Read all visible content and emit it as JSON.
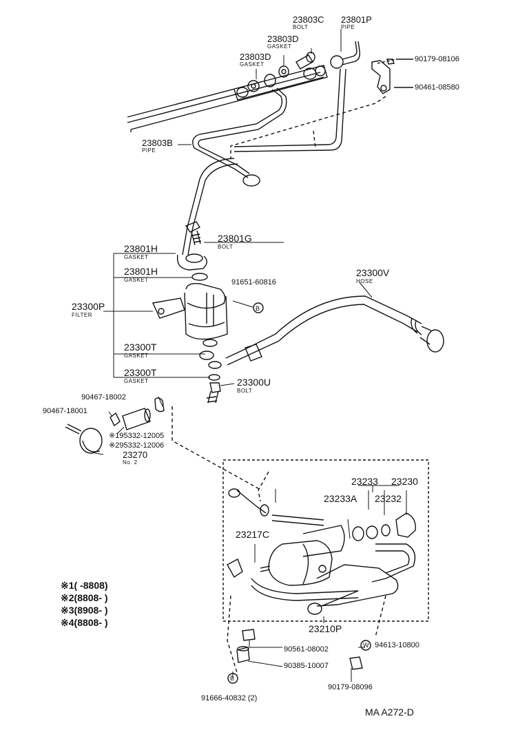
{
  "parts": {
    "p23803C": {
      "num": "23803C",
      "desc": "BOLT"
    },
    "p23801P": {
      "num": "23801P",
      "desc": "PIPE"
    },
    "p23803D_a": {
      "num": "23803D",
      "desc": "GASKET"
    },
    "p23803D_b": {
      "num": "23803D",
      "desc": "GASKET"
    },
    "p90179_08106": {
      "num": "90179-08106"
    },
    "p90461_08580": {
      "num": "90461-08580"
    },
    "p23803B": {
      "num": "23803B",
      "desc": "PIPE"
    },
    "p23801G": {
      "num": "23801G",
      "desc": "BOLT"
    },
    "p23801H_a": {
      "num": "23801H",
      "desc": "GASKET"
    },
    "p23801H_b": {
      "num": "23801H",
      "desc": "GASKET"
    },
    "p91651_60816": {
      "num": "91651-60816",
      "mark": "B"
    },
    "p23300V": {
      "num": "23300V",
      "desc": "HOSE"
    },
    "p23300P": {
      "num": "23300P",
      "desc": "FILTER"
    },
    "p23300T_a": {
      "num": "23300T",
      "desc": "GASKET"
    },
    "p23300T_b": {
      "num": "23300T",
      "desc": "GASKET"
    },
    "p23300U": {
      "num": "23300U",
      "desc": "BOLT"
    },
    "p90467_18002": {
      "num": "90467-18002"
    },
    "p90467_18001": {
      "num": "90467-18001"
    },
    "p95332_12005": {
      "num": "※195332-12005"
    },
    "p95332_12006": {
      "num": "※295332-12006"
    },
    "p23270": {
      "num": "23270",
      "desc": "No. 2"
    },
    "p23233": {
      "num": "23233"
    },
    "p23230": {
      "num": "23230"
    },
    "p23233A": {
      "num": "23233A"
    },
    "p23232": {
      "num": "23232"
    },
    "p23217C": {
      "num": "23217C"
    },
    "p23210P": {
      "num": "23210P"
    },
    "p90561_08002": {
      "num": "90561-08002"
    },
    "p90385_10007": {
      "num": "90385-10007"
    },
    "p94613_10800": {
      "num": "94613-10800",
      "mark": "W"
    },
    "p90179_08096": {
      "num": "90179-08096"
    },
    "p91666_40832": {
      "num": "91666-40832 (2)",
      "mark": "B"
    }
  },
  "legend": [
    {
      "mark": "※1",
      "text": "(       -8808)"
    },
    {
      "mark": "※2",
      "text": "(8808-        )"
    },
    {
      "mark": "※3",
      "text": "(8908-        )"
    },
    {
      "mark": "※4",
      "text": "(8808-        )"
    }
  ],
  "reference": "MA A272-D"
}
